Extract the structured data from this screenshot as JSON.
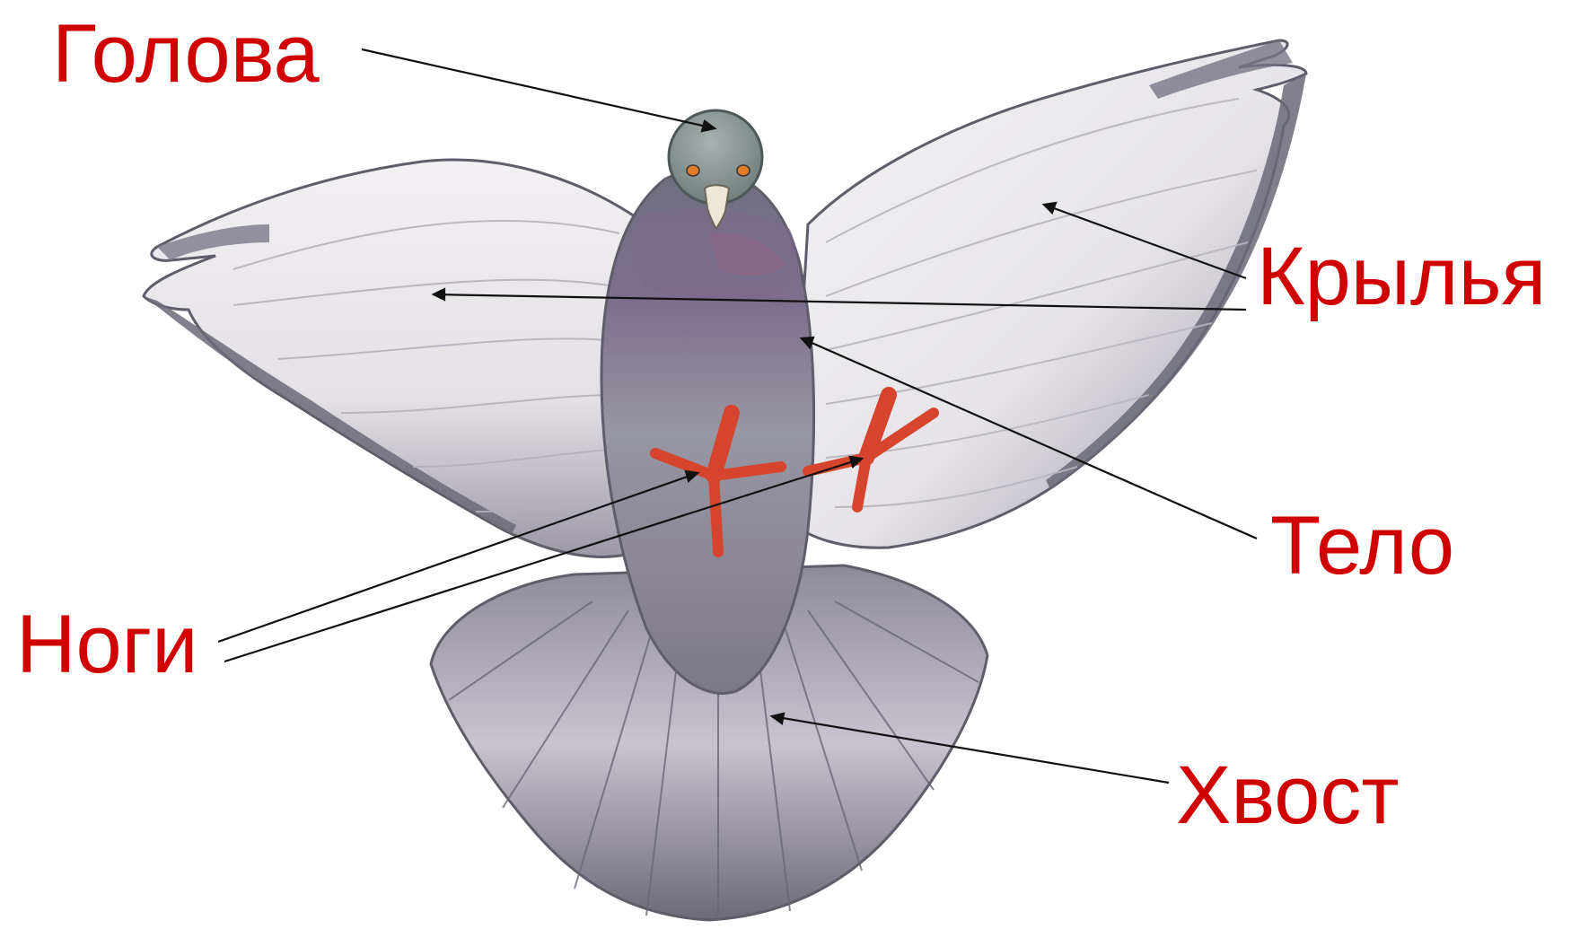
{
  "labels": {
    "head": "Голова",
    "wings": "Крылья",
    "body": "Тело",
    "legs": "Ноги",
    "tail": "Хвост"
  },
  "colors": {
    "label_text": "#d00000",
    "pointer_line": "#111111",
    "background": "#ffffff",
    "wing_light": "#e9e6ea",
    "wing_shadow": "#8d8a96",
    "feather_tip": "#5f5d6a",
    "body_grey": "#8f8e9c",
    "body_purple": "#7c6f8a",
    "tail_light": "#d9d3dc",
    "head_grey": "#8c9594",
    "leg_red": "#d6442e",
    "beak": "#e9e6d8"
  },
  "subject": "pigeon"
}
